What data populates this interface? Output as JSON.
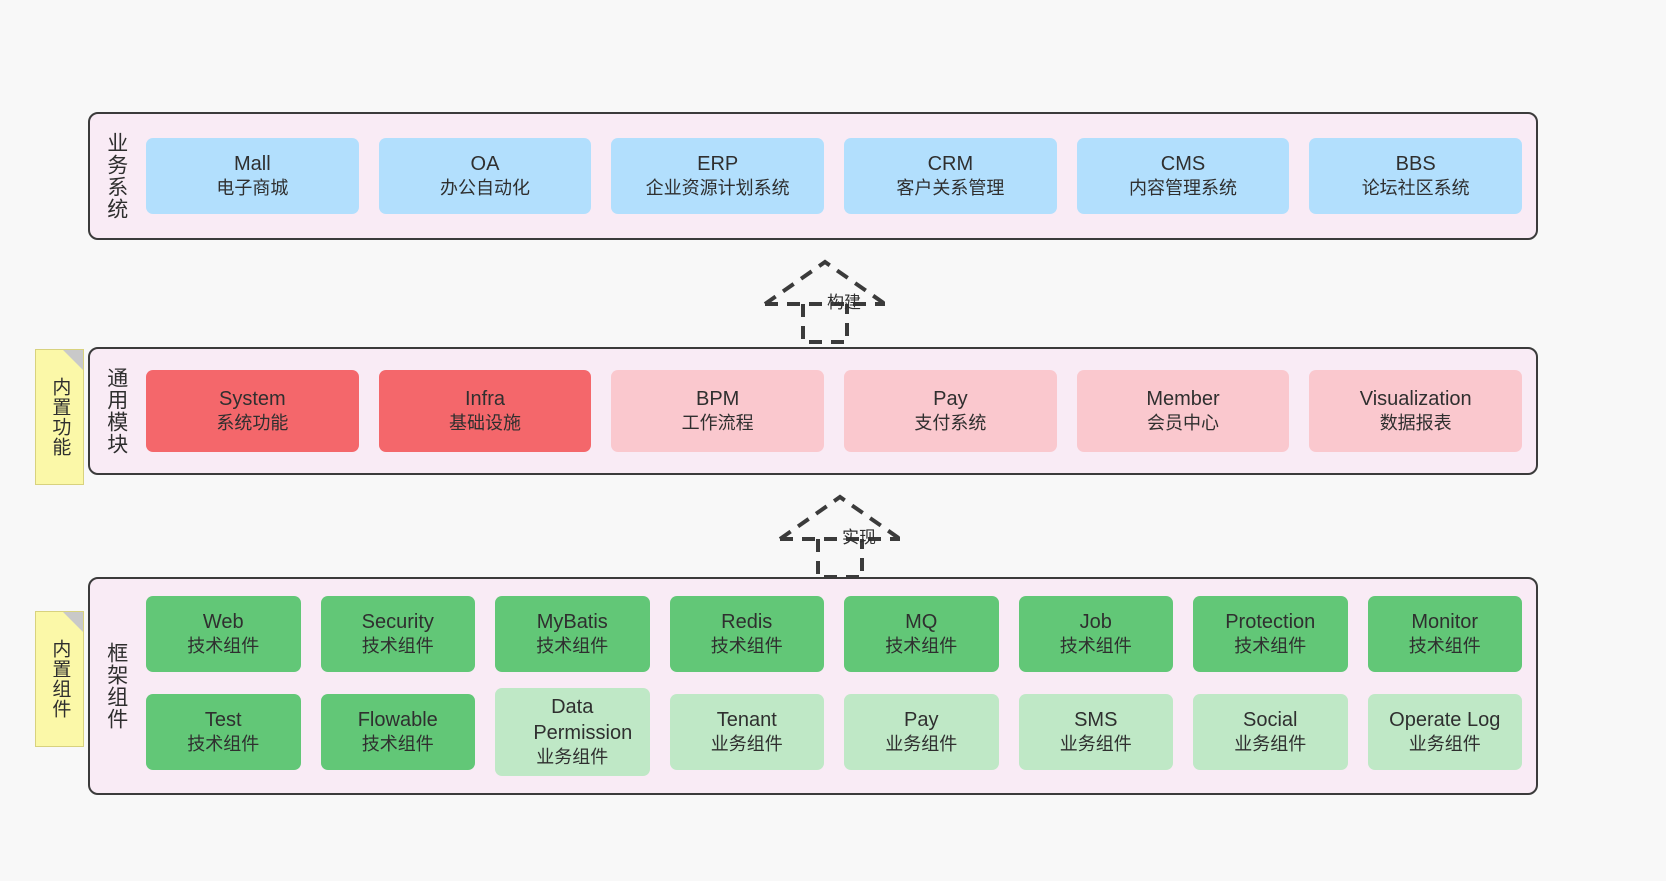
{
  "diagram": {
    "background": "#f8f8f8",
    "panel_bg": "#f9ebf5",
    "colors": {
      "business": "#b2dffd",
      "module_core": "#f4676b",
      "module_plain": "#fac8ce",
      "component_tech": "#62c777",
      "component_biz": "#bfe8c6",
      "note": "#fbf8a8",
      "border": "#3b3b3b"
    }
  },
  "layers": [
    {
      "id": "business-system",
      "title": "业务系统",
      "rows": [
        [
          {
            "en": "Mall",
            "cn": "电子商城",
            "style": "blue"
          },
          {
            "en": "OA",
            "cn": "办公自动化",
            "style": "blue"
          },
          {
            "en": "ERP",
            "cn": "企业资源计划系统",
            "style": "blue"
          },
          {
            "en": "CRM",
            "cn": "客户关系管理",
            "style": "blue"
          },
          {
            "en": "CMS",
            "cn": "内容管理系统",
            "style": "blue"
          },
          {
            "en": "BBS",
            "cn": "论坛社区系统",
            "style": "blue"
          }
        ]
      ]
    },
    {
      "id": "common-module",
      "title": "通用模块",
      "note": "内置功能",
      "rows": [
        [
          {
            "en": "System",
            "cn": "系统功能",
            "style": "red"
          },
          {
            "en": "Infra",
            "cn": "基础设施",
            "style": "red"
          },
          {
            "en": "BPM",
            "cn": "工作流程",
            "style": "pink"
          },
          {
            "en": "Pay",
            "cn": "支付系统",
            "style": "pink"
          },
          {
            "en": "Member",
            "cn": "会员中心",
            "style": "pink"
          },
          {
            "en": "Visualization",
            "cn": "数据报表",
            "style": "pink"
          }
        ]
      ]
    },
    {
      "id": "framework-component",
      "title": "框架组件",
      "note": "内置组件",
      "rows": [
        [
          {
            "en": "Web",
            "cn": "技术组件",
            "style": "green"
          },
          {
            "en": "Security",
            "cn": "技术组件",
            "style": "green"
          },
          {
            "en": "MyBatis",
            "cn": "技术组件",
            "style": "green"
          },
          {
            "en": "Redis",
            "cn": "技术组件",
            "style": "green"
          },
          {
            "en": "MQ",
            "cn": "技术组件",
            "style": "green"
          },
          {
            "en": "Job",
            "cn": "技术组件",
            "style": "green"
          },
          {
            "en": "Protection",
            "cn": "技术组件",
            "style": "green"
          },
          {
            "en": "Monitor",
            "cn": "技术组件",
            "style": "green"
          }
        ],
        [
          {
            "en": "Test",
            "cn": "技术组件",
            "style": "green"
          },
          {
            "en": "Flowable",
            "cn": "技术组件",
            "style": "green"
          },
          {
            "en": "Data Permission",
            "cn": "业务组件",
            "style": "lgreen tall"
          },
          {
            "en": "Tenant",
            "cn": "业务组件",
            "style": "lgreen"
          },
          {
            "en": "Pay",
            "cn": "业务组件",
            "style": "lgreen"
          },
          {
            "en": "SMS",
            "cn": "业务组件",
            "style": "lgreen"
          },
          {
            "en": "Social",
            "cn": "业务组件",
            "style": "lgreen"
          },
          {
            "en": "Operate Log",
            "cn": "业务组件",
            "style": "lgreen"
          }
        ]
      ]
    }
  ],
  "connectors": [
    {
      "id": "build",
      "label": "构建"
    },
    {
      "id": "implement",
      "label": "实现"
    }
  ]
}
